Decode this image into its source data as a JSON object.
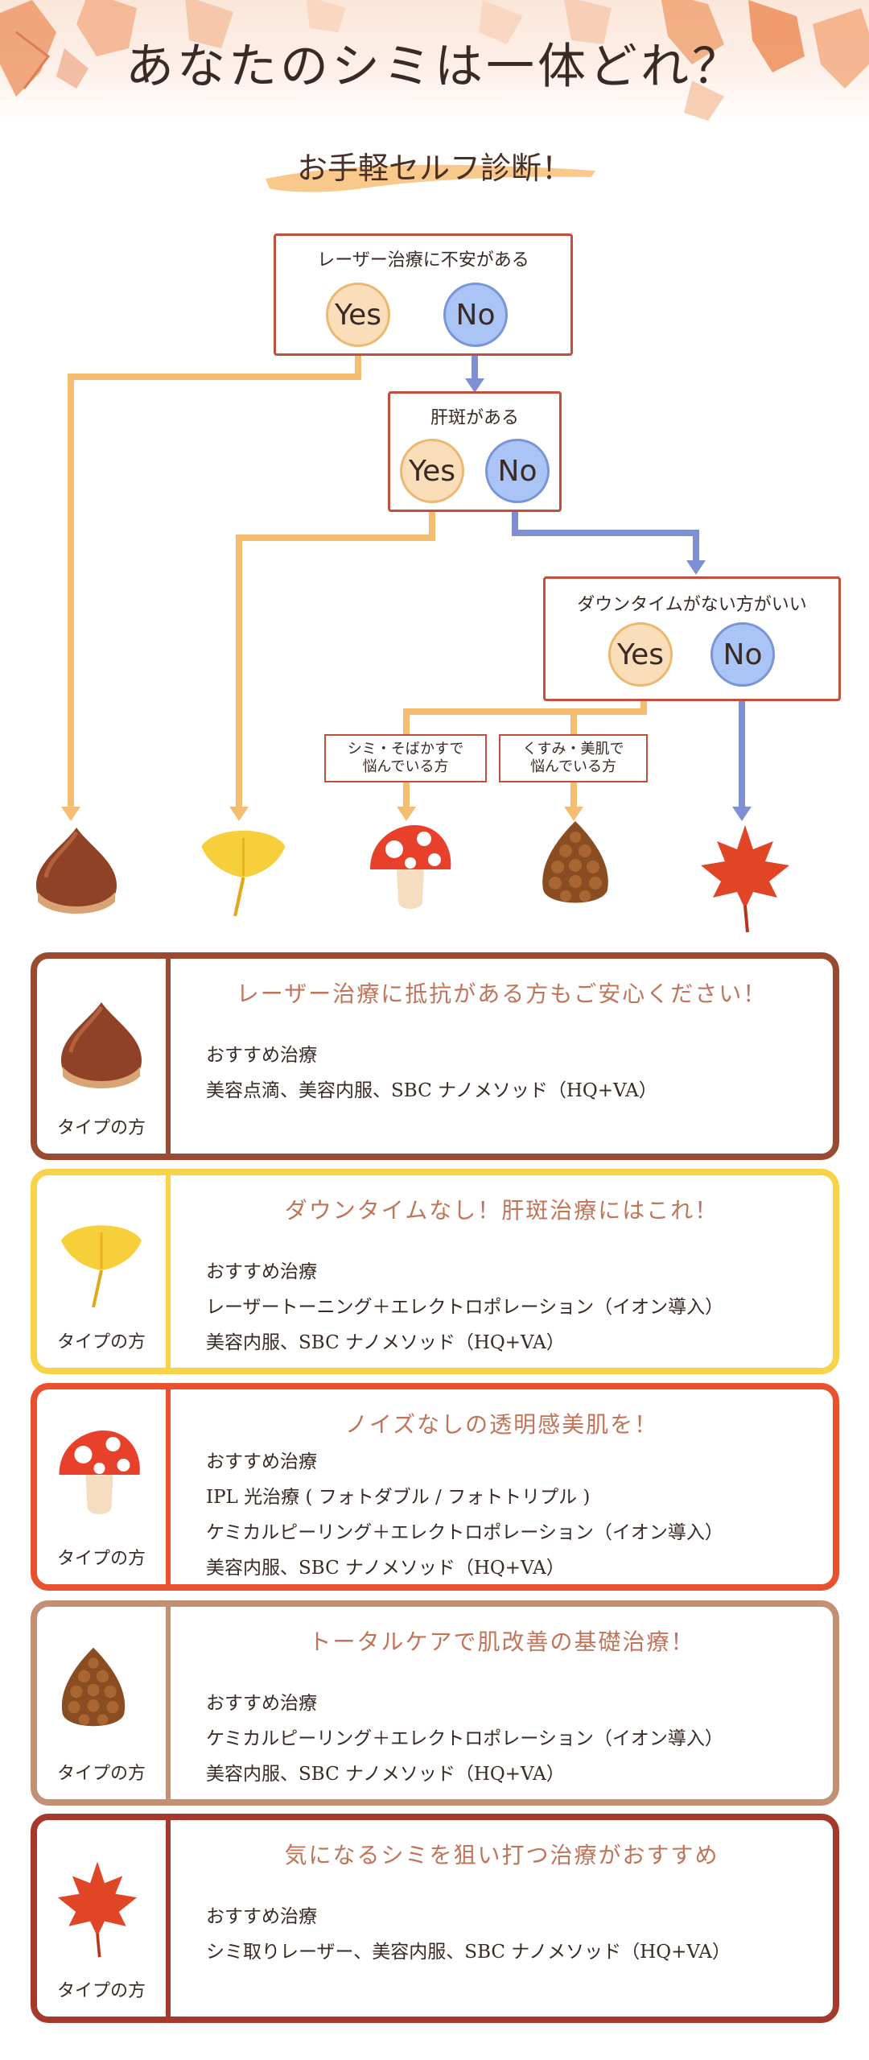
{
  "header": {
    "title": "あなたのシミは一体どれ？"
  },
  "subtitle": "お手軽セルフ診断！",
  "flow": {
    "q1": {
      "text": "レーザー治療に不安がある",
      "yes": "Yes",
      "no": "No"
    },
    "q2": {
      "text": "肝斑がある",
      "yes": "Yes",
      "no": "No"
    },
    "q3": {
      "text": "ダウンタイムがない方がいい",
      "yes": "Yes",
      "no": "No"
    },
    "tag1": [
      "シミ・そばかすで",
      "悩んでいる方"
    ],
    "tag2": [
      "くすみ・美肌で",
      "悩んでいる方"
    ],
    "results": [
      "chestnut-icon",
      "ginkgo-leaf-icon",
      "mushroom-icon",
      "pinecone-icon",
      "maple-leaf-icon"
    ]
  },
  "colors": {
    "yes_line": "#f5bd72",
    "no_line": "#7f8fd4",
    "box_border": "#c24e3c",
    "heading": "#c07459"
  },
  "cards": [
    {
      "icon": "chestnut-icon",
      "color": "#9a4a30",
      "type_label": "タイプの方",
      "heading": "レーザー治療に抵抗がある方もご安心ください！",
      "lines": [
        "おすすめ治療",
        "美容点滴、美容内服、SBC ナノメソッド（HQ+VA）"
      ]
    },
    {
      "icon": "ginkgo-leaf-icon",
      "color": "#f8d348",
      "type_label": "タイプの方",
      "heading": "ダウンタイムなし！肝斑治療にはこれ！",
      "lines": [
        "おすすめ治療",
        "レーザートーニング＋エレクトロポレーション（イオン導入）",
        "美容内服、SBC ナノメソッド（HQ+VA）"
      ]
    },
    {
      "icon": "mushroom-icon",
      "color": "#e8502e",
      "type_label": "タイプの方",
      "heading": "ノイズなしの透明感美肌を！",
      "lines": [
        "おすすめ治療",
        "IPL 光治療 ( フォトダブル / フォトトリプル )",
        "ケミカルピーリング＋エレクトロポレーション（イオン導入）",
        "美容内服、SBC ナノメソッド（HQ+VA）"
      ]
    },
    {
      "icon": "pinecone-icon",
      "color": "#c39074",
      "type_label": "タイプの方",
      "heading": "トータルケアで肌改善の基礎治療！",
      "lines": [
        "おすすめ治療",
        "ケミカルピーリング＋エレクトロポレーション（イオン導入）",
        "美容内服、SBC ナノメソッド（HQ+VA）"
      ]
    },
    {
      "icon": "maple-leaf-icon",
      "color": "#a53a2c",
      "type_label": "タイプの方",
      "heading": "気になるシミを狙い打つ治療がおすすめ",
      "lines": [
        "おすすめ治療",
        "シミ取りレーザー、美容内服、SBC ナノメソッド（HQ+VA）"
      ]
    }
  ]
}
